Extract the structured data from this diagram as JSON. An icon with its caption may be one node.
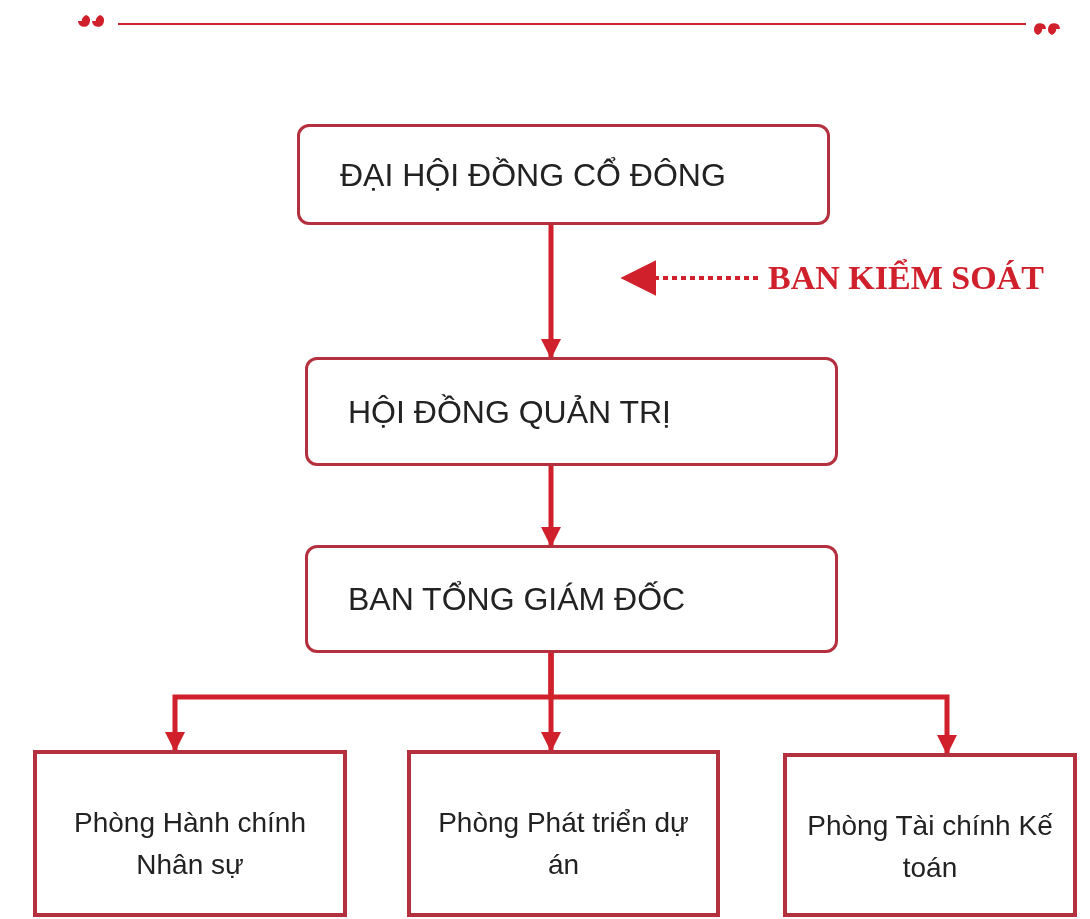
{
  "diagram": {
    "nodes": [
      {
        "text": [
          "ĐẠI HỘI ĐỒNG CỔ ĐÔNG"
        ]
      },
      {
        "text": [
          "HỘI ĐỒNG QUẢN TRỊ"
        ]
      },
      {
        "text": [
          "BAN TỔNG GIÁM ĐỐC"
        ]
      },
      {
        "text": [
          "Phòng Hành chính Nhân sự"
        ]
      },
      {
        "text": [
          "Phòng Phát triển dự án"
        ]
      },
      {
        "text": [
          "Phòng Tài chính Kế toán"
        ]
      },
      {
        "text": [
          "BAN KIỂM SOÁT"
        ]
      }
    ],
    "edges": [
      {
        "from": 0,
        "to": 1,
        "arrow": "to"
      },
      {
        "from": 1,
        "to": 2,
        "arrow": "to"
      },
      {
        "from": 2,
        "to": 3,
        "arrow": "to"
      },
      {
        "from": 2,
        "to": 4,
        "arrow": "to"
      },
      {
        "from": 2,
        "to": 5,
        "arrow": "to"
      },
      {
        "from": 6,
        "to": null,
        "arrow": "to",
        "style": "dashed"
      }
    ]
  }
}
